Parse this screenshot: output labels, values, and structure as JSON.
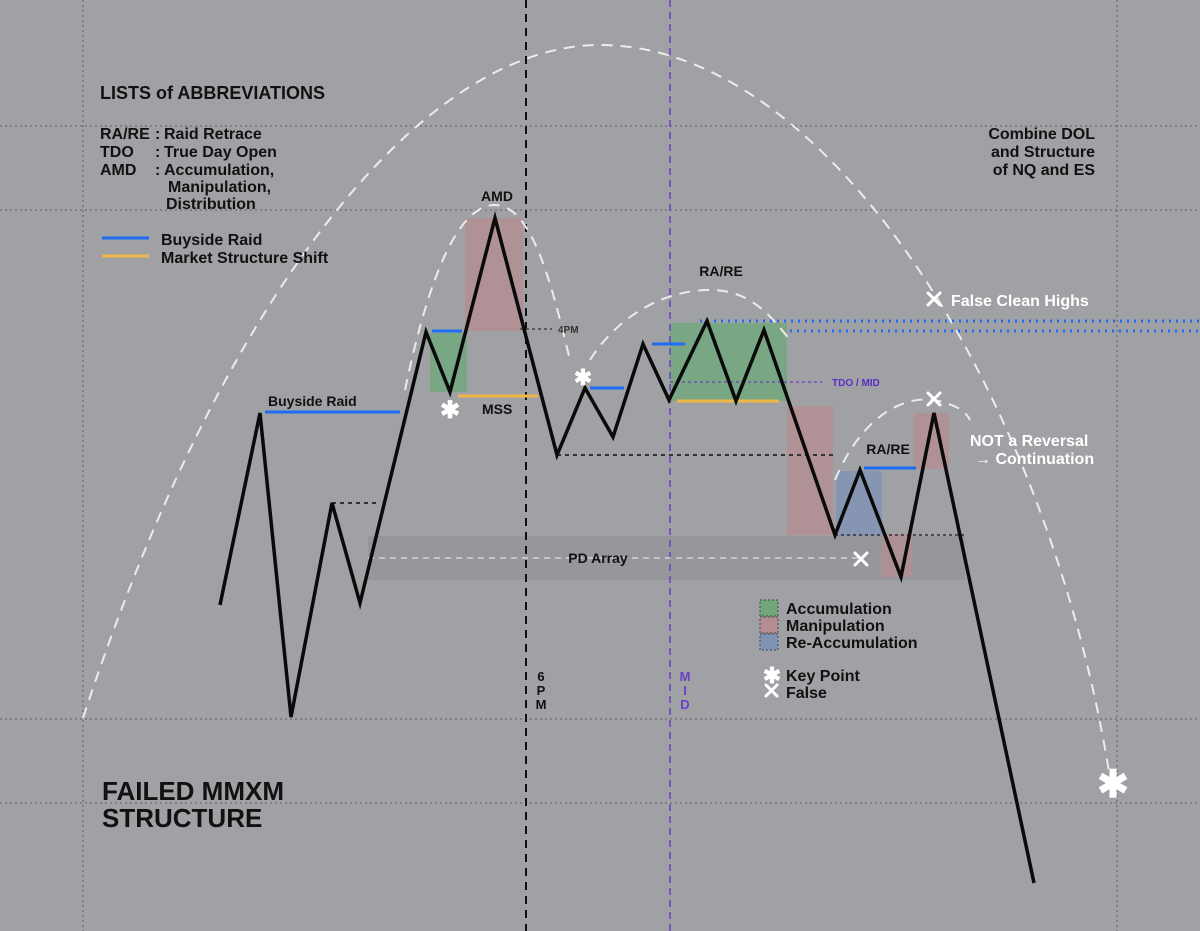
{
  "abbrev": {
    "title": "LISTS of ABBREVIATIONS",
    "rows": [
      {
        "key": "RA/RE",
        "sep": ":",
        "value": "Raid Retrace"
      },
      {
        "key": "TDO",
        "sep": ":",
        "value": "True Day Open"
      },
      {
        "key": "AMD",
        "sep": ":",
        "value": "Accumulation,"
      },
      {
        "key": "",
        "sep": "",
        "value": "Manipulation,"
      },
      {
        "key": "",
        "sep": "",
        "value": "Distribution"
      }
    ]
  },
  "line_legend": {
    "items": [
      {
        "label": "Buyside Raid",
        "color": "#1e6cf0"
      },
      {
        "label": "Market Structure Shift",
        "color": "#f0b646"
      }
    ]
  },
  "zone_legend": {
    "items": [
      {
        "label": "Accumulation",
        "color": "#6fa77a"
      },
      {
        "label": "Manipulation",
        "color": "#b58c92"
      },
      {
        "label": "Re-Accumulation",
        "color": "#7f93b5"
      }
    ]
  },
  "marker_legend": {
    "items": [
      {
        "label": "Key Point",
        "icon": "asterisk-icon"
      },
      {
        "label": "False",
        "icon": "x-mark-icon"
      }
    ]
  },
  "notes": {
    "combine": [
      "Combine DOL",
      "and Structure",
      "of NQ and ES"
    ],
    "false_highs": "False Clean Highs",
    "not_reversal": [
      "NOT a Reversal",
      "→ Continuation"
    ],
    "footer_title": [
      "FAILED MMXM",
      "STRUCTURE"
    ]
  },
  "annotations": {
    "amd": "AMD",
    "raid_left": "Buyside Raid",
    "mss": "MSS",
    "rare_top": "RA/RE",
    "rare_right": "RA/RE",
    "four_pm": "4PM",
    "tdo_mid": "TDO / MID",
    "pd_array": "PD Array",
    "six_pm": [
      "6",
      "P",
      "M"
    ],
    "mid": [
      "M",
      "I",
      "D"
    ]
  },
  "colors": {
    "background": "#a0a1a4",
    "price": "#0a0a0a",
    "buyside": "#1e6cf0",
    "mss": "#f0b646",
    "accumulation": "#6fa77a",
    "manipulation": "#b58c92",
    "reaccumulation": "#7f93b5",
    "mid_line": "#6b3fc8"
  }
}
